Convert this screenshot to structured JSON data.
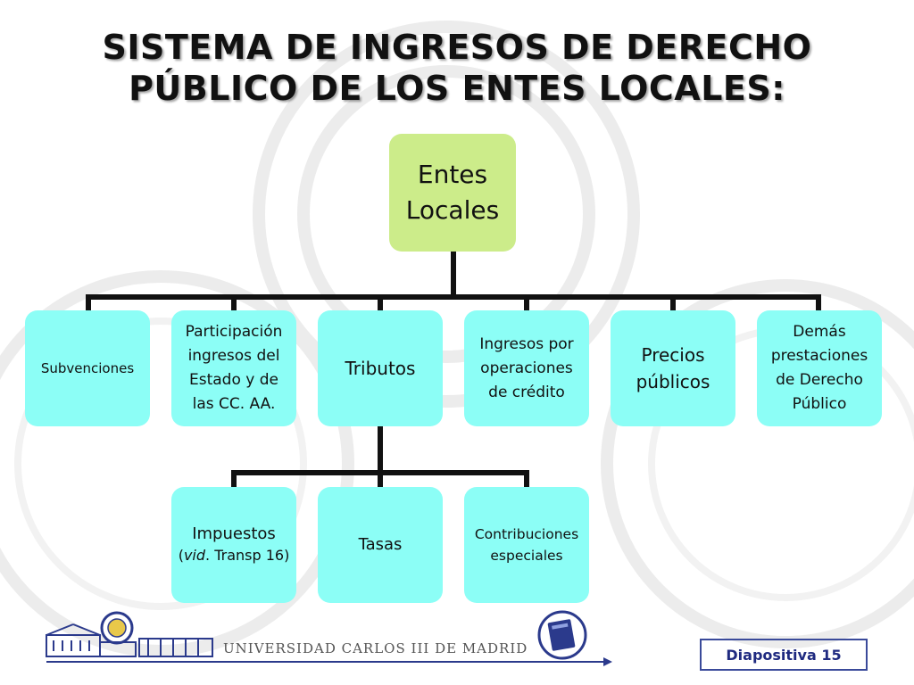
{
  "title": {
    "line1": "SISTEMA DE INGRESOS DE DERECHO",
    "line2": "PÚBLICO DE LOS ENTES LOCALES:"
  },
  "diagram": {
    "root": "Entes\nLocales",
    "level1": [
      "Subvenciones",
      "Participación\ningresos del\nEstado y de\nlas CC. AA.",
      "Tributos",
      "Ingresos por\noperaciones\nde crédito",
      "Precios\npúblicos",
      "Demás\nprestaciones\nde Derecho\nPúblico"
    ],
    "level2": {
      "impuestos": "Impuestos",
      "impuestos_note_prefix": "(",
      "impuestos_note_vid": "vid",
      "impuestos_note_rest": ". Transp 16)",
      "tasas": "Tasas",
      "contribuciones": "Contribuciones\nespeciales"
    }
  },
  "footer": {
    "university": "UNIVERSIDAD CARLOS III DE MADRID",
    "slide": "Diapositiva 15"
  },
  "colors": {
    "root": "#ccec8a",
    "node": "#8cfef6",
    "connector": "#111111",
    "slide_border": "#3a4a9a"
  }
}
